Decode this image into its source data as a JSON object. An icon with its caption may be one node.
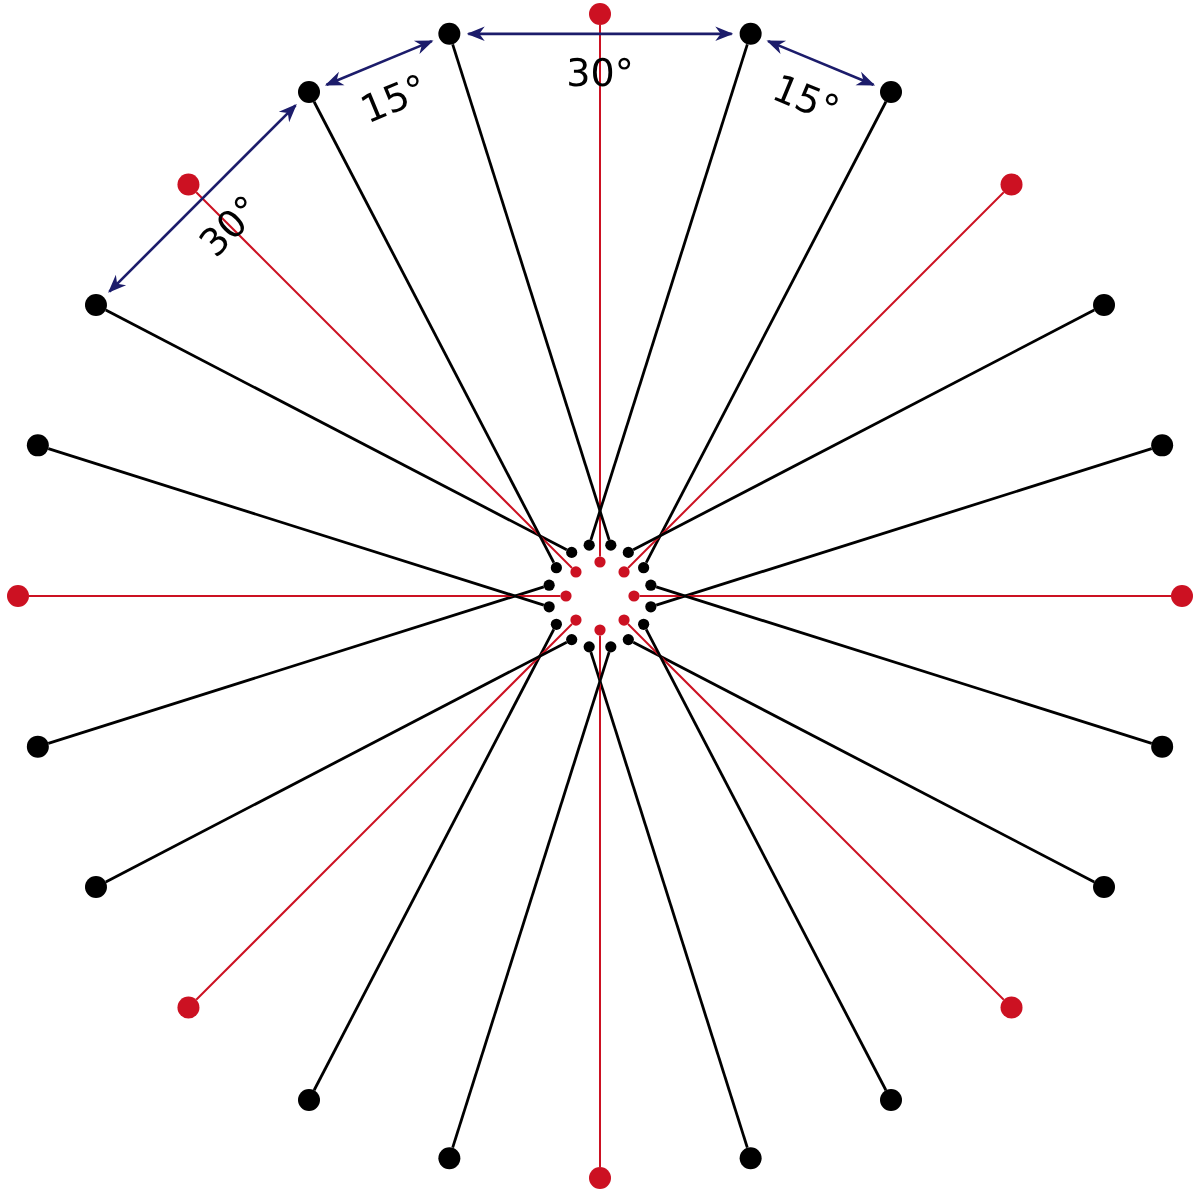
{
  "diagram": {
    "nodes": [
      {
        "text": [],
        "shape": "circle"
      },
      {
        "text": [],
        "shape": "circle"
      },
      {
        "text": [],
        "shape": "circle"
      },
      {
        "text": [],
        "shape": "circle"
      },
      {
        "text": [],
        "shape": "circle"
      },
      {
        "text": [],
        "shape": "circle"
      },
      {
        "text": [],
        "shape": "circle"
      },
      {
        "text": [],
        "shape": "circle"
      },
      {
        "text": [],
        "shape": "circle"
      },
      {
        "text": [],
        "shape": "circle"
      },
      {
        "text": [],
        "shape": "circle"
      },
      {
        "text": [],
        "shape": "circle"
      },
      {
        "text": [],
        "shape": "circle"
      },
      {
        "text": [],
        "shape": "circle"
      },
      {
        "text": [],
        "shape": "circle"
      },
      {
        "text": [],
        "shape": "circle"
      },
      {
        "text": [],
        "shape": "circle"
      },
      {
        "text": [],
        "shape": "circle"
      },
      {
        "text": [],
        "shape": "circle"
      },
      {
        "text": [],
        "shape": "circle"
      },
      {
        "text": [],
        "shape": "circle"
      },
      {
        "text": [],
        "shape": "circle"
      },
      {
        "text": [],
        "shape": "circle"
      },
      {
        "text": [],
        "shape": "circle"
      },
      {
        "text": [],
        "shape": "circle"
      },
      {
        "text": [],
        "shape": "circle"
      },
      {
        "text": [],
        "shape": "circle"
      },
      {
        "text": [],
        "shape": "circle"
      },
      {
        "text": [],
        "shape": "circle"
      },
      {
        "text": [],
        "shape": "circle"
      },
      {
        "text": [],
        "shape": "circle"
      },
      {
        "text": [],
        "shape": "circle"
      },
      {
        "text": [],
        "shape": "circle"
      },
      {
        "text": [],
        "shape": "circle"
      },
      {
        "text": [],
        "shape": "circle"
      },
      {
        "text": [],
        "shape": "circle"
      },
      {
        "text": [],
        "shape": "circle"
      },
      {
        "text": [],
        "shape": "circle"
      },
      {
        "text": [],
        "shape": "circle"
      },
      {
        "text": [],
        "shape": "circle"
      },
      {
        "text": [],
        "shape": "circle"
      },
      {
        "text": [],
        "shape": "circle"
      },
      {
        "text": [],
        "shape": "circle"
      },
      {
        "text": [],
        "shape": "circle"
      },
      {
        "text": [],
        "shape": "circle"
      },
      {
        "text": [],
        "shape": "circle"
      },
      {
        "text": [],
        "shape": "circle"
      },
      {
        "text": [],
        "shape": "circle"
      }
    ],
    "edges": [
      {
        "from": 0,
        "to": 24,
        "arrow": "none",
        "color": "#cc1122"
      },
      {
        "from": 1,
        "to": 47,
        "arrow": "none"
      },
      {
        "from": 2,
        "to": 34,
        "arrow": "none"
      },
      {
        "from": 3,
        "to": 25,
        "arrow": "none",
        "color": "#cc1122"
      },
      {
        "from": 4,
        "to": 33,
        "arrow": "none"
      },
      {
        "from": 5,
        "to": 36,
        "arrow": "none"
      },
      {
        "from": 6,
        "to": 26,
        "arrow": "none",
        "color": "#cc1122"
      },
      {
        "from": 7,
        "to": 35,
        "arrow": "none"
      },
      {
        "from": 8,
        "to": 38,
        "arrow": "none"
      },
      {
        "from": 9,
        "to": 27,
        "arrow": "none",
        "color": "#cc1122"
      },
      {
        "from": 10,
        "to": 37,
        "arrow": "none"
      },
      {
        "from": 11,
        "to": 40,
        "arrow": "none"
      },
      {
        "from": 12,
        "to": 28,
        "arrow": "none",
        "color": "#cc1122"
      },
      {
        "from": 13,
        "to": 39,
        "arrow": "none"
      },
      {
        "from": 14,
        "to": 42,
        "arrow": "none"
      },
      {
        "from": 15,
        "to": 29,
        "arrow": "none",
        "color": "#cc1122"
      },
      {
        "from": 16,
        "to": 41,
        "arrow": "none"
      },
      {
        "from": 17,
        "to": 44,
        "arrow": "none"
      },
      {
        "from": 18,
        "to": 30,
        "arrow": "none",
        "color": "#cc1122"
      },
      {
        "from": 19,
        "to": 43,
        "arrow": "none"
      },
      {
        "from": 20,
        "to": 46,
        "arrow": "none"
      },
      {
        "from": 21,
        "to": 31,
        "arrow": "none",
        "color": "#cc1122"
      },
      {
        "from": 22,
        "to": 45,
        "arrow": "none"
      },
      {
        "from": 23,
        "to": 32,
        "arrow": "none"
      },
      {
        "from": 23,
        "to": 1,
        "arrow": "both",
        "label": "30°",
        "color": "#1c1c6b"
      },
      {
        "from": 22,
        "to": 23,
        "arrow": "both",
        "label": "15°",
        "color": "#1c1c6b"
      },
      {
        "from": 1,
        "to": 2,
        "arrow": "both",
        "label": "15°",
        "color": "#1c1c6b"
      },
      {
        "from": 20,
        "to": 22,
        "arrow": "both",
        "label": "30°",
        "color": "#1c1c6b"
      }
    ]
  }
}
